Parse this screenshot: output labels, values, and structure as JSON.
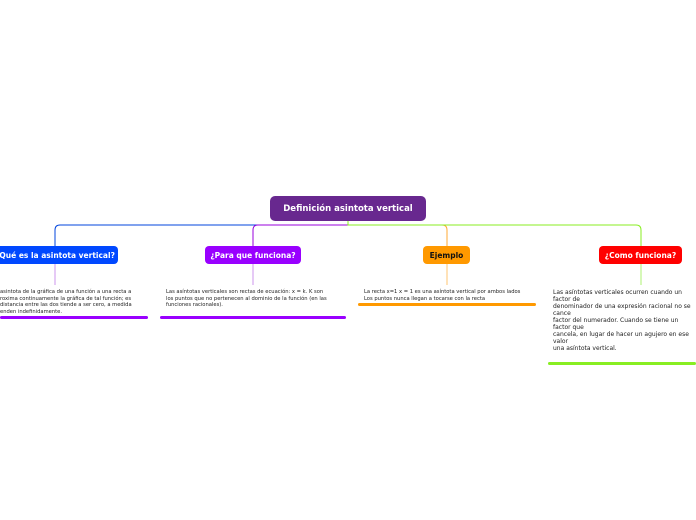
{
  "root": {
    "label": "Definición asintota vertical",
    "color": "#68288f"
  },
  "topics": [
    {
      "label": "¿Qué es la asintota vertical?",
      "color": "#0048ff",
      "note_color": "#9900ff",
      "note": [
        "asintota de la gráfica de una función a una recta a",
        "roxima continuamente la gráfica de tal función; es",
        "distancia entre las dos tiende a ser cero, a medida",
        "enden indefinidamente."
      ]
    },
    {
      "label": "¿Para que funciona?",
      "color": "#9900ff",
      "note_color": "#9900ff",
      "note": [
        "Las asíntotas verticales son rectas de ecuación: x = k. K son",
        "los puntos que no pertenecen al dominio de la función (en las",
        "funciones racionales)."
      ]
    },
    {
      "label": "Ejemplo",
      "color": "#ff9900",
      "note_color": "#ff9900",
      "note": [
        "La recta x=1 x = 1 es una asíntota vertical por ambos lados",
        "Los puntos nunca llegan a tocarse con la recta"
      ]
    },
    {
      "label": "¿Como funciona?",
      "color": "#ff0000",
      "note_color": "#88ee22",
      "note": [
        "Las asíntotas verticales ocurren cuando un factor de",
        "denominador de una expresión racional no se cance",
        "factor del numerador. Cuando se tiene un factor que",
        "cancela, en lugar de hacer un agujero en ese valor",
        "una asíntota vertical."
      ]
    }
  ]
}
